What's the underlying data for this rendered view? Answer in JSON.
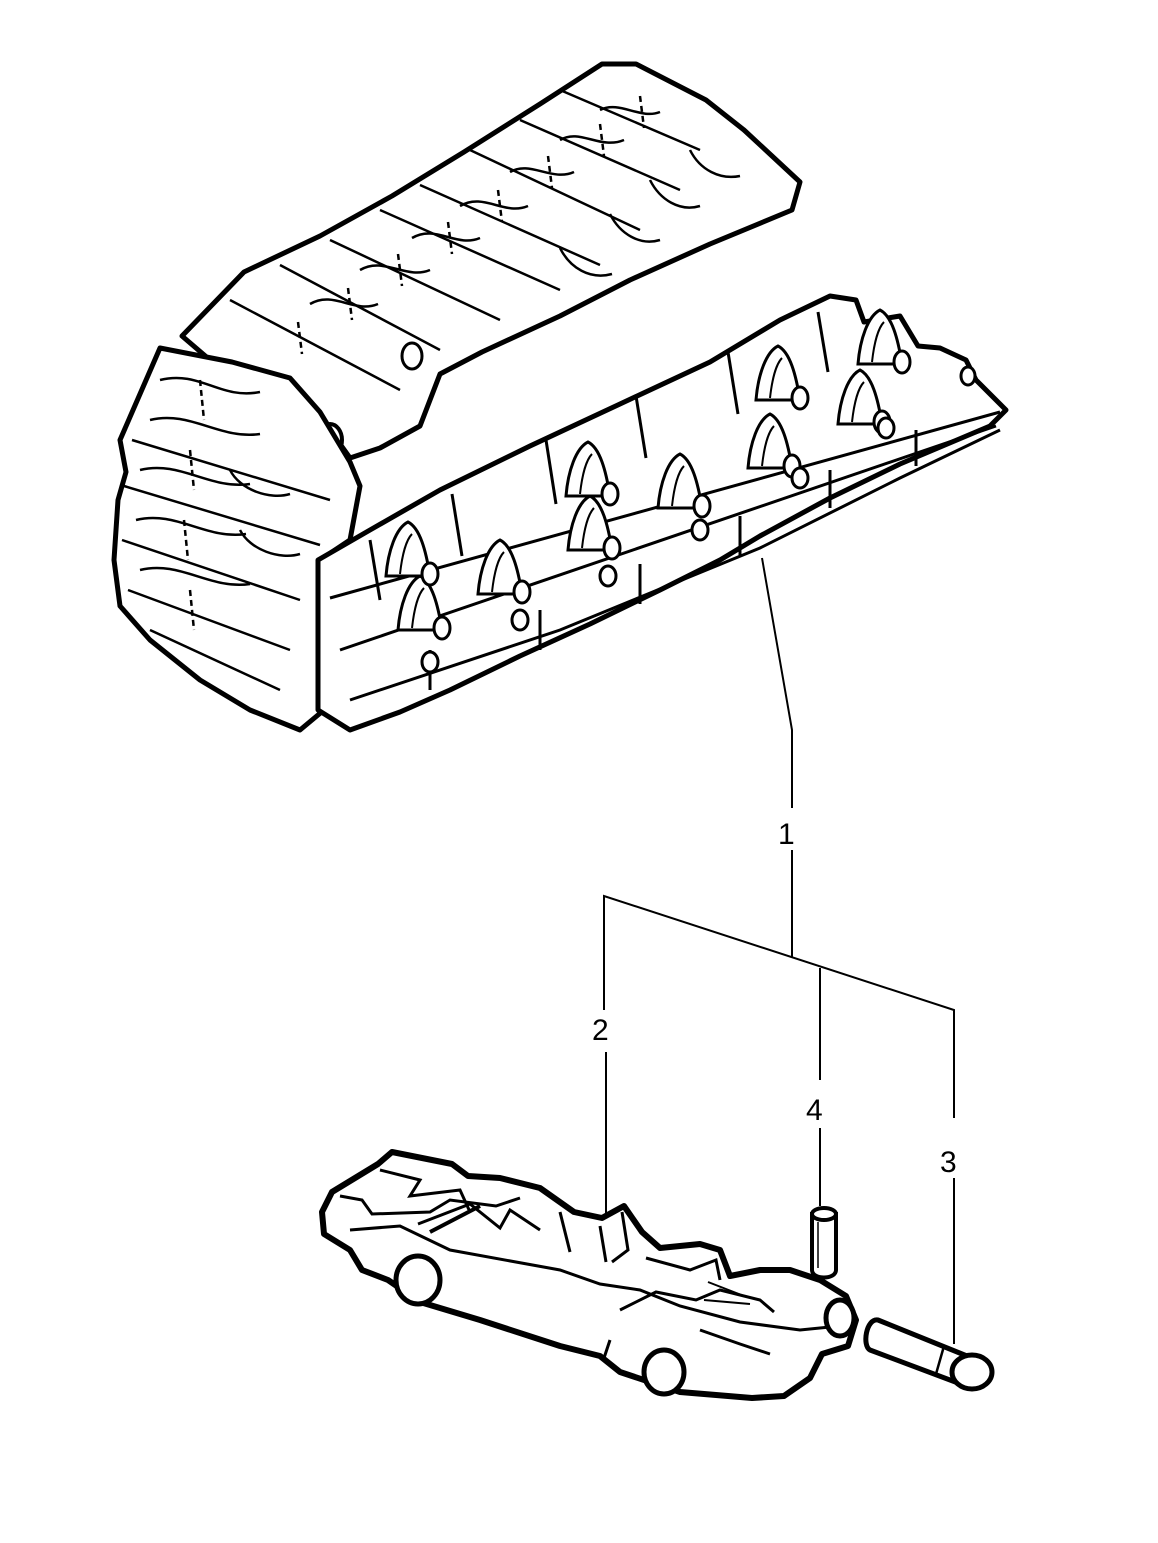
{
  "diagram": {
    "type": "exploded-parts-view",
    "line_color": "#000000",
    "background": "#ffffff",
    "callouts": {
      "assembly": "1",
      "track_link": "2",
      "track_pin": "3",
      "sleeve_pin": "4"
    }
  }
}
